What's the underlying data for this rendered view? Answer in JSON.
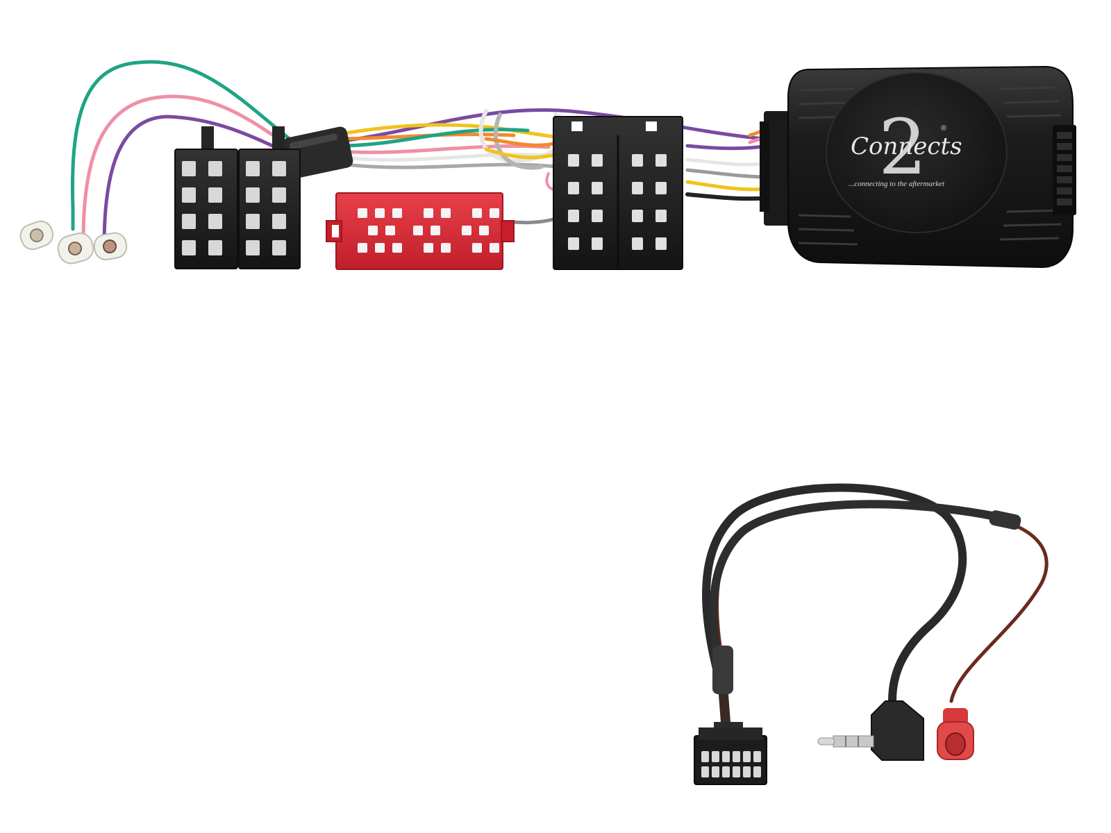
{
  "logo": {
    "script": "Connects",
    "numeral": "2",
    "registered": "®",
    "tagline": "...connecting to the aftermarket"
  },
  "colors": {
    "module_body": "#1b1b1b",
    "red_connector": "#d42a35",
    "black_connector": "#1e1e1e",
    "wire_green": "#1fa483",
    "wire_pink": "#f08fa6",
    "wire_purple": "#7b4aa0",
    "wire_orange": "#f28a2e",
    "wire_yellow": "#f2c21c",
    "wire_white": "#e6e6e6",
    "wire_grey": "#9a9a9a",
    "wire_brown": "#6b2a1e"
  },
  "icons": {
    "module": "control-module-icon",
    "iso_connector": "iso-connector-icon",
    "red_connector": "red-multi-pin-connector-icon",
    "jack": "stereo-jack-icon"
  }
}
